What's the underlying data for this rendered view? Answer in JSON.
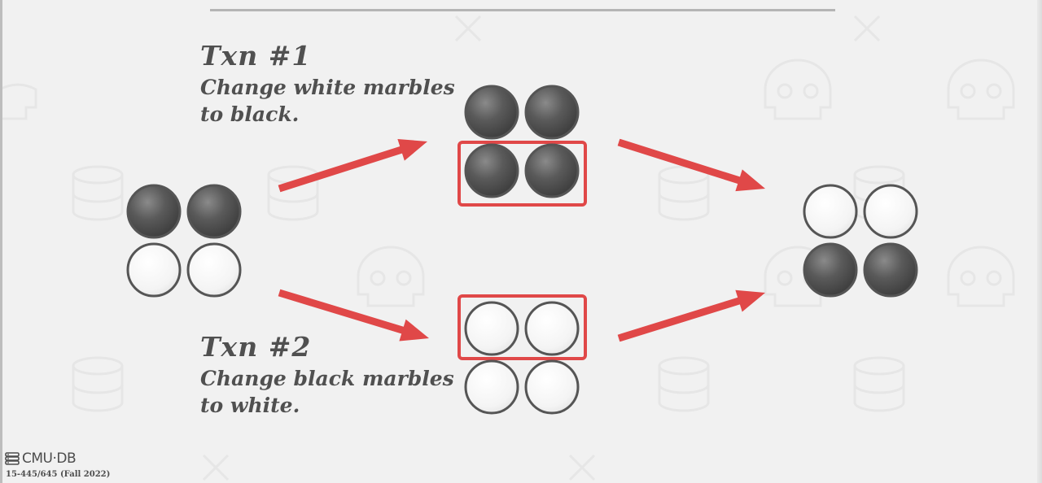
{
  "txn1": {
    "title": "Txn #1",
    "line1": "Change white marbles",
    "line2": "to black."
  },
  "txn2": {
    "title": "Txn #2",
    "line1": "Change black marbles",
    "line2": "to white."
  },
  "footer": {
    "logo_text": "CMU·DB",
    "course": "15-445/645 (Fall 2022)"
  },
  "colors": {
    "black_marble": "#4a4a4a",
    "white_marble": "#f7f7f7",
    "marble_outline": "#555555",
    "arrow": "#e04848",
    "highlight_box": "#e04848",
    "text": "#505050"
  },
  "marble_groups": {
    "initial": [
      "black",
      "black",
      "white",
      "white"
    ],
    "after_txn1": [
      "black",
      "black",
      "black",
      "black"
    ],
    "after_txn2": [
      "white",
      "white",
      "white",
      "white"
    ],
    "final": [
      "white",
      "white",
      "black",
      "black"
    ]
  }
}
